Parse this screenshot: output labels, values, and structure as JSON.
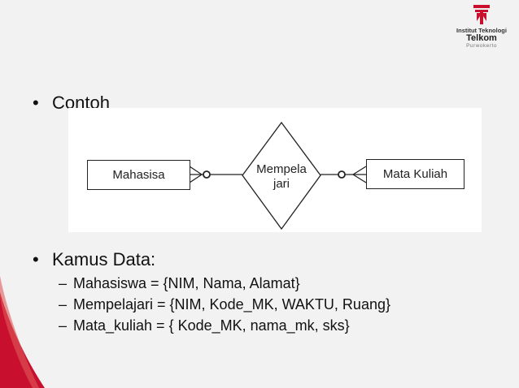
{
  "logo": {
    "line1": "Institut Teknologi",
    "line2": "Telkom",
    "line3": "Purwokerto"
  },
  "bullets": {
    "contoh": "Contoh",
    "kamus": "Kamus Data:"
  },
  "diagram": {
    "entity_left": "Mahasisa",
    "relationship_line1": "Mempela",
    "relationship_line2": "jari",
    "entity_right": "Mata Kuliah"
  },
  "kamus_items": [
    "Mahasiswa = {NIM, Nama, Alamat}",
    "Mempelajari = {NIM, Kode_MK, WAKTU, Ruang}",
    "Mata_kuliah = { Kode_MK, nama_mk, sks}"
  ],
  "colors": {
    "brand_red": "#c8102e",
    "slide_bg": "#f2f2f2"
  }
}
